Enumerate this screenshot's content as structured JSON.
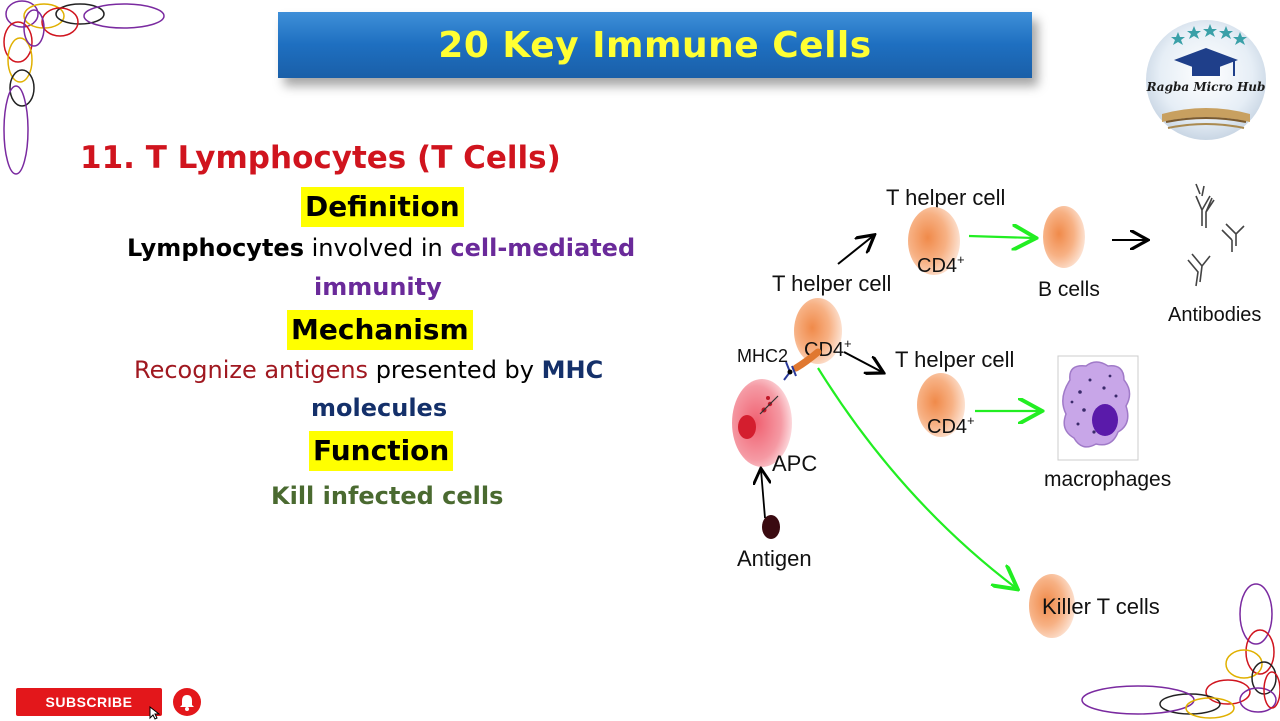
{
  "title": "20 Key Immune Cells",
  "logo": {
    "text": "Ragba Micro Hub"
  },
  "section": {
    "heading": "11. T Lymphocytes (T Cells)",
    "definition_label": "Definition",
    "definition_part1": "Lymphocytes",
    "definition_part2": " involved in ",
    "definition_part3": "cell-mediated",
    "definition_part4": "immunity",
    "mechanism_label": "Mechanism",
    "mechanism_part1": "Recognize antigens",
    "mechanism_part2": " presented by ",
    "mechanism_part3": "MHC",
    "mechanism_part4": "molecules",
    "function_label": "Function",
    "function_text": "Kill infected cells"
  },
  "diagram": {
    "t_helper_top": "T helper cell",
    "cd4_top": "CD4",
    "b_cells": "B cells",
    "antibodies": "Antibodies",
    "t_helper_center": "T helper cell",
    "cd4_center": "CD4",
    "mhc2": "MHC2",
    "t_helper_mid": "T helper cell",
    "cd4_mid": "CD4",
    "macrophages": "macrophages",
    "apc": "APC",
    "antigen": "Antigen",
    "killer": "Killer T cells",
    "plus": "+"
  },
  "buttons": {
    "subscribe": "SUBSCRIBE"
  },
  "colors": {
    "banner": "#1e6fc0",
    "banner_text": "#ffff33",
    "heading": "#d0141e",
    "highlight": "#ffff00",
    "purple": "#6a2a9a",
    "navy": "#14306a",
    "dark_red": "#a01820",
    "green_text": "#4a6a30",
    "arrow_green": "#22ee22"
  }
}
